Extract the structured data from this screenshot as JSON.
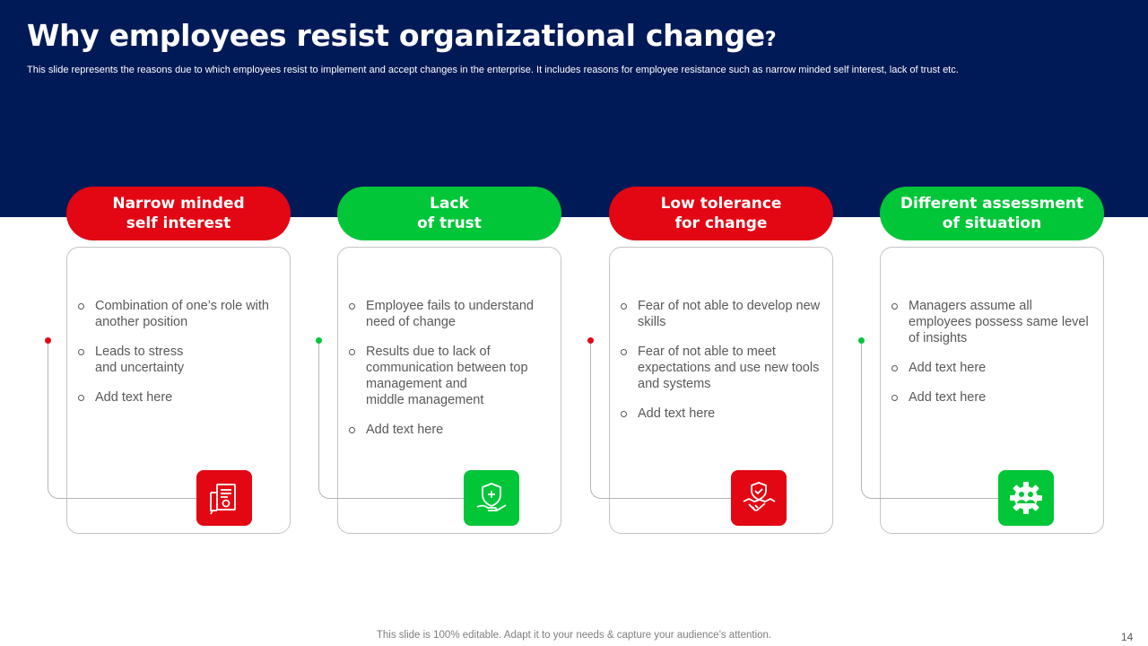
{
  "slide": {
    "title": "Why employees resist organizational change",
    "title_mark": "?",
    "subtitle": "This slide represents the reasons due to which employees resist to implement and accept changes in the enterprise. It includes reasons for employee resistance such as narrow minded self interest, lack of trust etc.",
    "footer": "This slide is 100% editable. Adapt it to your needs & capture your audience’s attention.",
    "page_number": "14"
  },
  "colors": {
    "header_background": "#001a57",
    "accent_red": "#e30613",
    "accent_green": "#00c638"
  },
  "columns": [
    {
      "heading": "Narrow minded\nself interest",
      "accent": "red",
      "icon": "contract-document-icon",
      "bullets": [
        "Combination of one’s role with another position",
        "Leads to stress\nand uncertainty",
        "Add text here"
      ]
    },
    {
      "heading": "Lack\nof trust",
      "accent": "green",
      "icon": "shield-hand-icon",
      "bullets": [
        "Employee fails to understand need of change",
        "Results due to lack of communication between top management and\nmiddle management",
        "Add text here"
      ]
    },
    {
      "heading": "Low tolerance\nfor change",
      "accent": "red",
      "icon": "handshake-shield-icon",
      "bullets": [
        "Fear of not able to develop new skills",
        "Fear of not able to meet expectations and use new tools and systems",
        "Add text here"
      ]
    },
    {
      "heading": "Different assessment\nof situation",
      "accent": "green",
      "icon": "gear-people-icon",
      "bullets": [
        "Managers assume all employees possess same level of insights",
        "Add text here",
        "Add text here"
      ]
    }
  ]
}
